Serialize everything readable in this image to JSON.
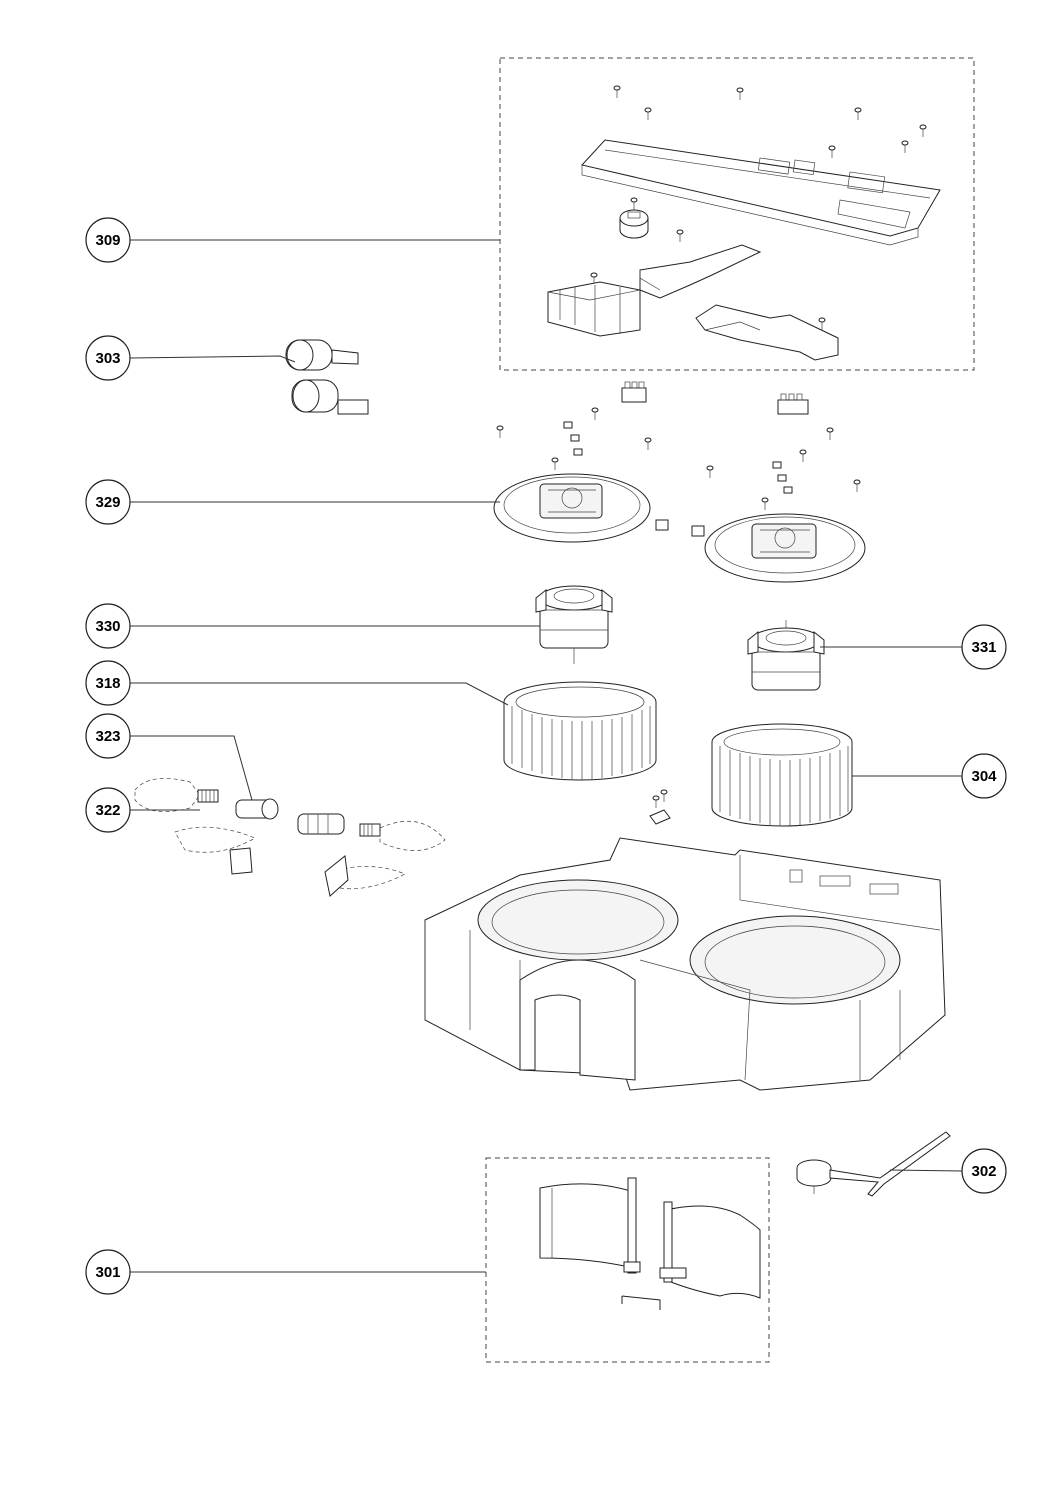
{
  "callouts": [
    {
      "id": "309",
      "label": "309"
    },
    {
      "id": "303",
      "label": "303"
    },
    {
      "id": "329",
      "label": "329"
    },
    {
      "id": "330",
      "label": "330"
    },
    {
      "id": "331",
      "label": "331"
    },
    {
      "id": "318",
      "label": "318"
    },
    {
      "id": "323",
      "label": "323"
    },
    {
      "id": "322",
      "label": "322"
    },
    {
      "id": "304",
      "label": "304"
    },
    {
      "id": "302",
      "label": "302"
    },
    {
      "id": "301",
      "label": "301"
    }
  ]
}
